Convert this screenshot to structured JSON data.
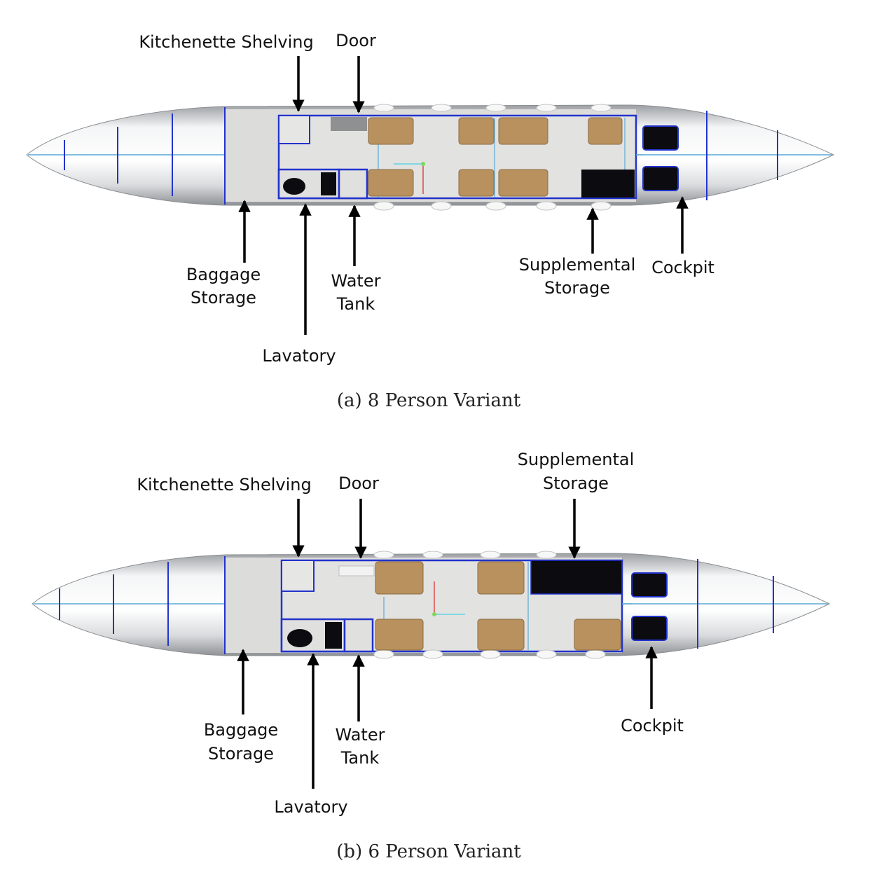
{
  "colors": {
    "outline_blue": "#2233cc",
    "thin_blue": "#5aa9d6",
    "fuselage_light": "#eceef0",
    "fuselage_shadow": "#a9acb0",
    "floor": "#d8d8d6",
    "seat": "#b8915e",
    "dark": "#0b0b10"
  },
  "panels": [
    {
      "caption": "(a) 8 Person Variant",
      "labels": {
        "kitchenette": "Kitchenette Shelving",
        "door": "Door",
        "baggage_line1": "Baggage",
        "baggage_line2": "Storage",
        "lavatory": "Lavatory",
        "water_line1": "Water",
        "water_line2": "Tank",
        "supplemental_line1": "Supplemental",
        "supplemental_line2": "Storage",
        "cockpit": "Cockpit"
      }
    },
    {
      "caption": "(b) 6 Person Variant",
      "labels": {
        "kitchenette": "Kitchenette Shelving",
        "door": "Door",
        "baggage_line1": "Baggage",
        "baggage_line2": "Storage",
        "lavatory": "Lavatory",
        "water_line1": "Water",
        "water_line2": "Tank",
        "supplemental_line1": "Supplemental",
        "supplemental_line2": "Storage",
        "cockpit": "Cockpit"
      }
    }
  ]
}
